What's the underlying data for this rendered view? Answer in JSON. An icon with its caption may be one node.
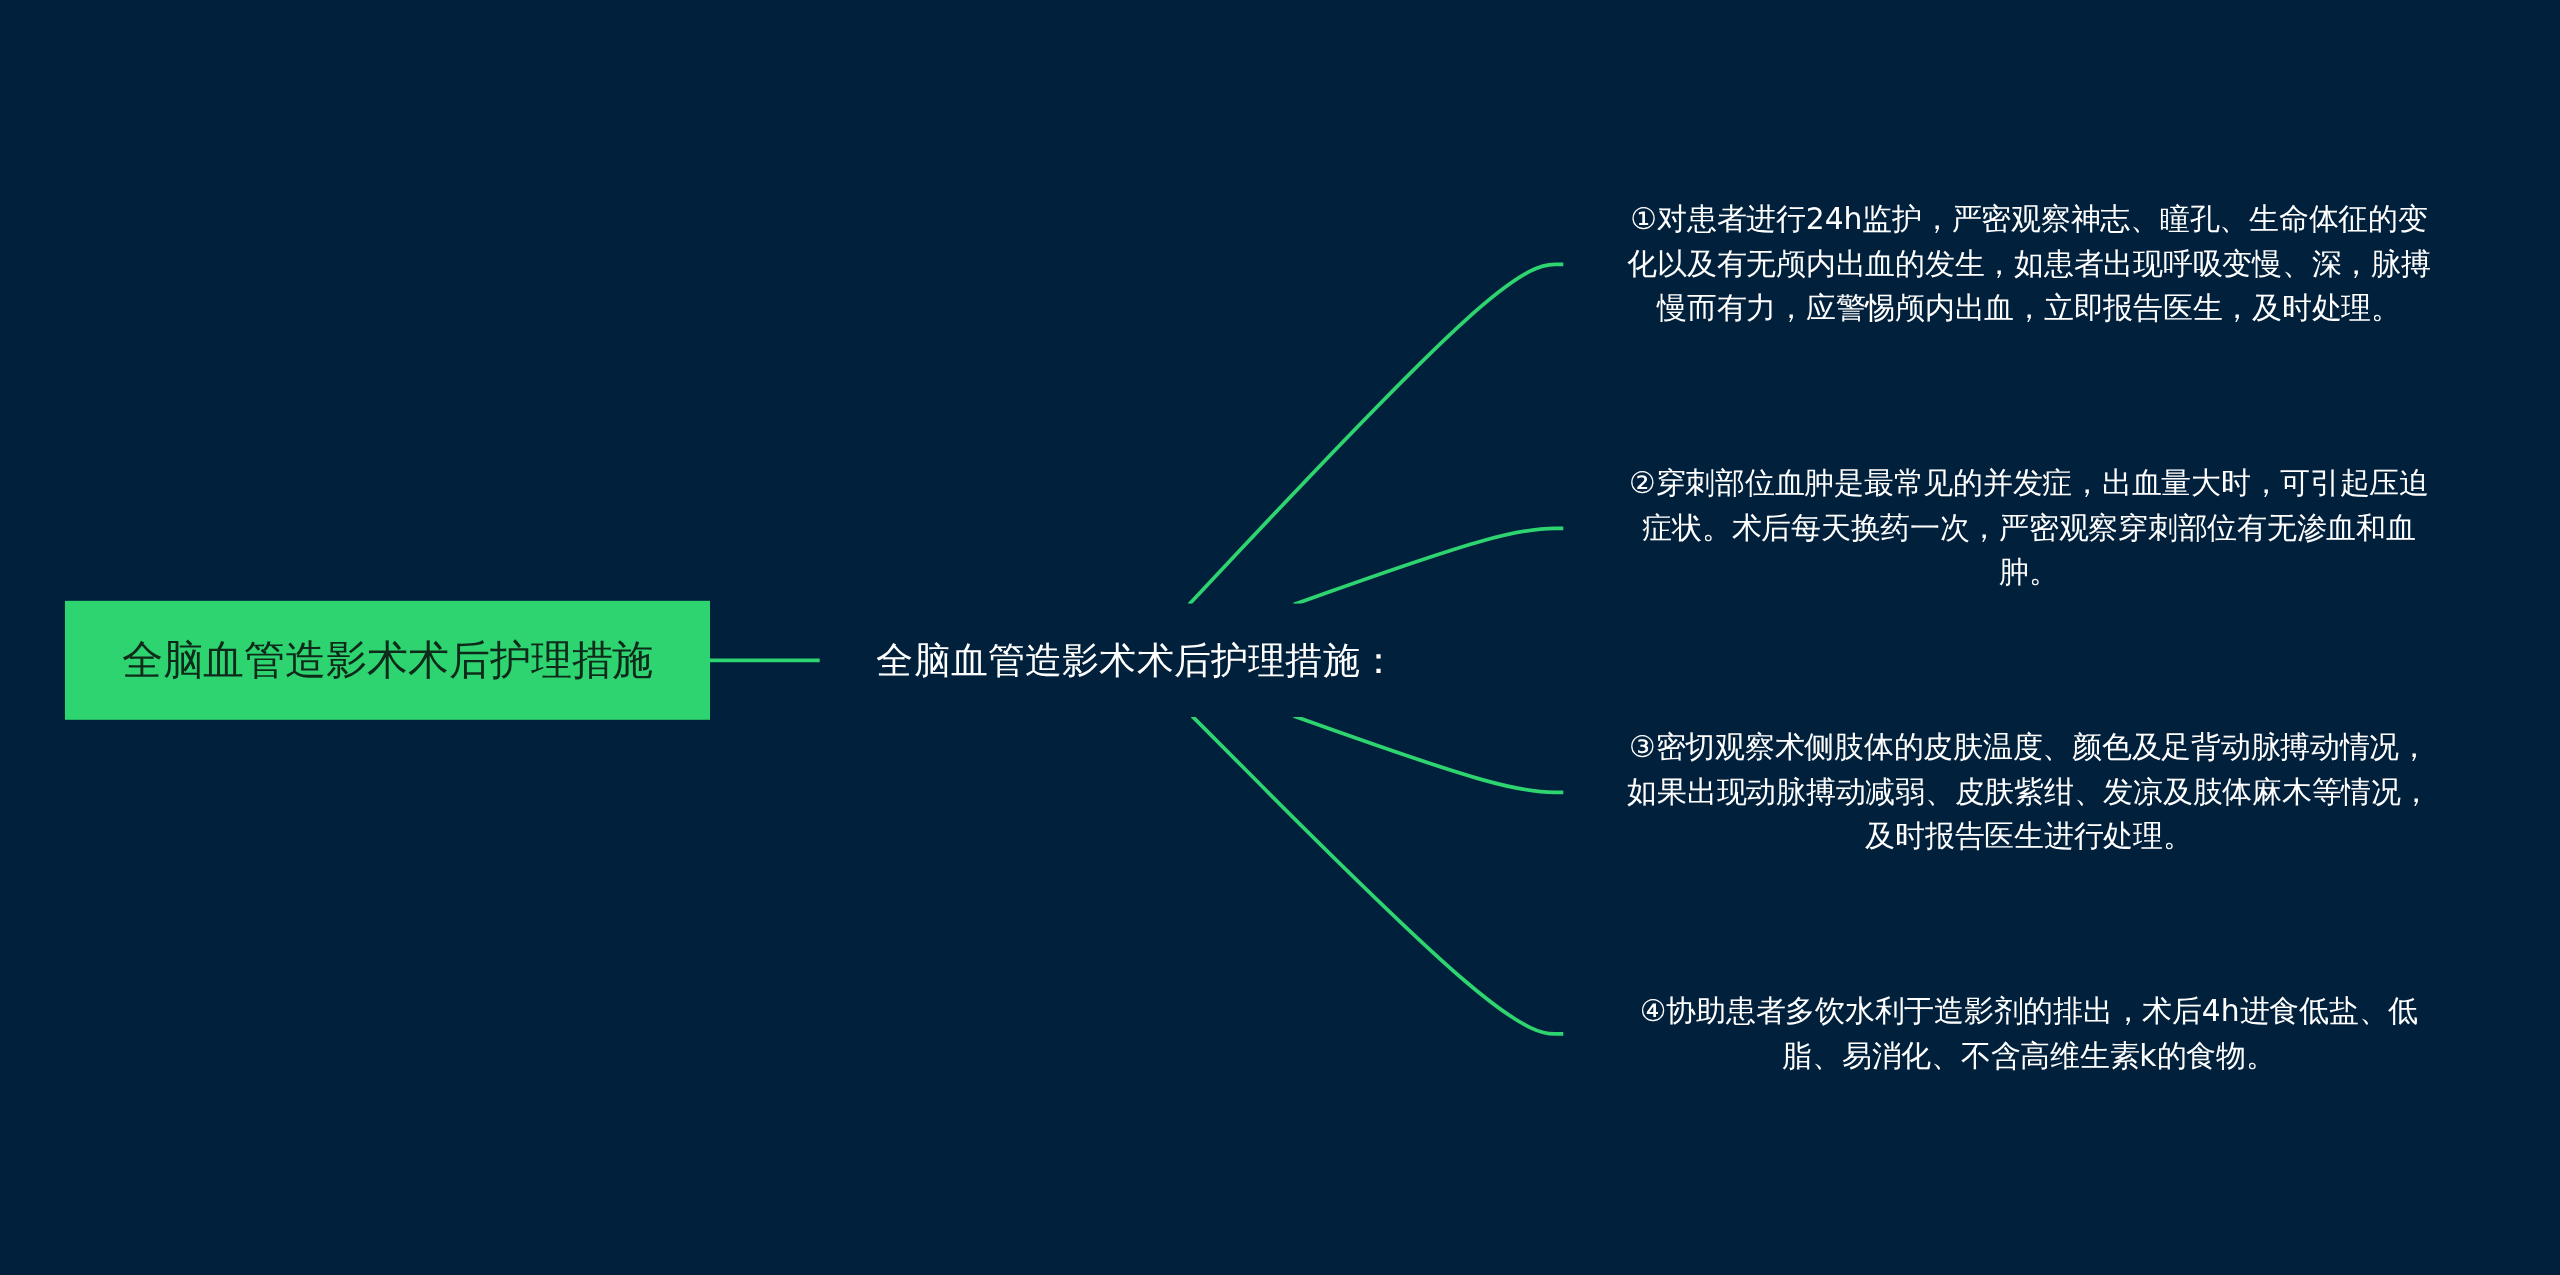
{
  "diagram": {
    "nodes": [
      {
        "text": [
          "全脑血管造影术术后护理措施"
        ]
      },
      {
        "text": [
          "全脑血管造影术术后护理措施："
        ]
      },
      {
        "text": [
          "①对患者进行24h监护，严密观察神志、瞳孔、生命体征的变化以及有无颅内出血的发生，如患者出现呼吸变慢、深，脉搏慢而有力，应警惕颅内出血，立即报告医生，及时处理。"
        ]
      },
      {
        "text": [
          "②穿刺部位血肿是最常见的并发症，出血量大时，可引起压迫症状。术后每天换药一次，严密观察穿刺部位有无渗血和血肿。"
        ]
      },
      {
        "text": [
          "③密切观察术侧肢体的皮肤温度、颜色及足背动脉搏动情况，如果出现动脉搏动减弱、皮肤紫绀、发凉及肢体麻木等情况，及时报告医生进行处理。"
        ]
      },
      {
        "text": [
          "④协助患者多饮水利于造影剂的排出，术后4h进食低盐、低脂、易消化、不含高维生素k的食物。"
        ]
      }
    ],
    "edges": [
      {
        "from": 0,
        "to": 1,
        "arrow": "none"
      },
      {
        "from": 1,
        "to": 2,
        "arrow": "none"
      },
      {
        "from": 1,
        "to": 3,
        "arrow": "none"
      },
      {
        "from": 1,
        "to": 4,
        "arrow": "none"
      },
      {
        "from": 1,
        "to": 5,
        "arrow": "none"
      }
    ]
  }
}
